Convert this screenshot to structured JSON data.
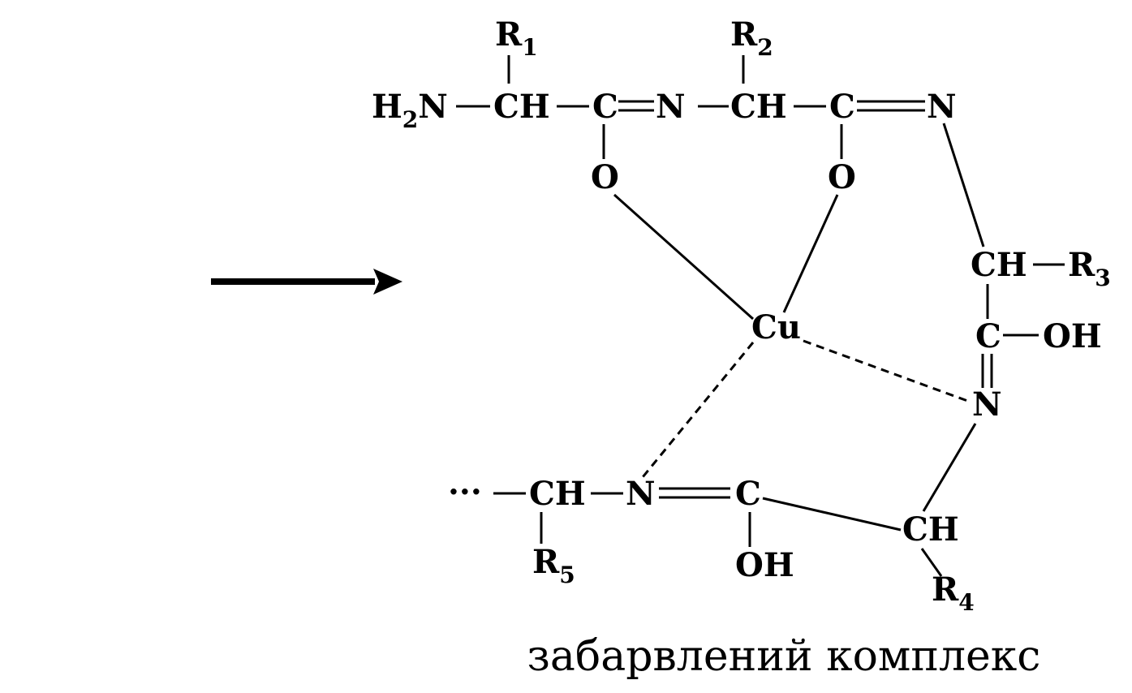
{
  "atoms": {
    "r1": "R",
    "r1_sub": "1",
    "r2": "R",
    "r2_sub": "2",
    "r3": "R",
    "r3_sub": "3",
    "r4": "R",
    "r4_sub": "4",
    "r5": "R",
    "r5_sub": "5",
    "h2n_h": "H",
    "h2n_sub": "2",
    "h2n_n": "N",
    "ch1": "CH",
    "c1": "C",
    "n1": "N",
    "ch2": "CH",
    "c2": "C",
    "n2": "N",
    "o1": "O",
    "o2": "O",
    "ch3": "CH",
    "c3": "C",
    "oh3": "OH",
    "n3": "N",
    "cu": "Cu",
    "ch4": "CH",
    "c5": "C",
    "oh5": "OH",
    "n5": "N",
    "ch5": "CH",
    "ellipsis": "···"
  },
  "caption": "забарвлений комплекс",
  "icons": {
    "reaction_arrow": "right-arrow"
  }
}
